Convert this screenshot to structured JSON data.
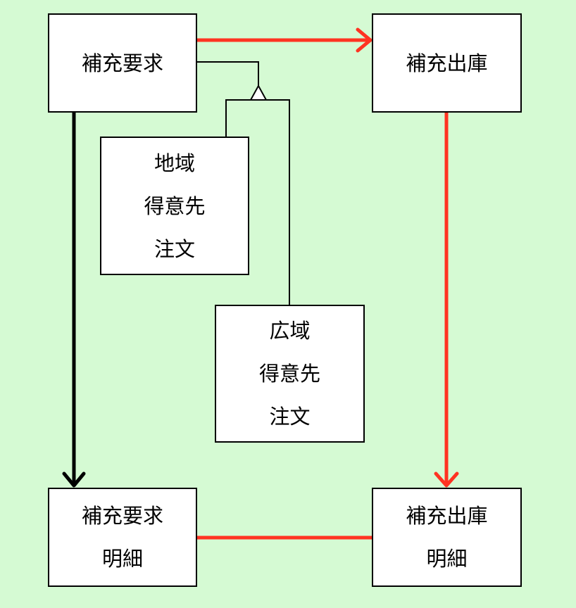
{
  "colors": {
    "background": "#d5fad3",
    "box_fill": "#ffffff",
    "box_border": "#000000",
    "arrow_red": "#ff3322",
    "arrow_black": "#000000"
  },
  "entities": {
    "replenishment_request": {
      "lines": [
        "補充要求"
      ]
    },
    "replenishment_issue": {
      "lines": [
        "補充出庫"
      ]
    },
    "regional_customer_order": {
      "lines": [
        "地域",
        "得意先",
        "注文"
      ]
    },
    "wide_area_customer_order": {
      "lines": [
        "広域",
        "得意先",
        "注文"
      ]
    },
    "replenishment_request_detail": {
      "lines": [
        "補充要求",
        "明細"
      ]
    },
    "replenishment_issue_detail": {
      "lines": [
        "補充出庫",
        "明細"
      ]
    }
  },
  "relations": [
    {
      "from": "replenishment_request",
      "to": "replenishment_issue",
      "style": "red-arrow"
    },
    {
      "from": "replenishment_issue",
      "to": "replenishment_issue_detail",
      "style": "red-arrow"
    },
    {
      "from": "replenishment_request",
      "to": "replenishment_request_detail",
      "style": "black-arrow"
    },
    {
      "from": "replenishment_request_detail",
      "to": "replenishment_issue_detail",
      "style": "red-line"
    },
    {
      "from": "regional_customer_order",
      "to": "replenishment_request",
      "style": "generalization"
    },
    {
      "from": "wide_area_customer_order",
      "to": "replenishment_request",
      "style": "generalization"
    }
  ]
}
